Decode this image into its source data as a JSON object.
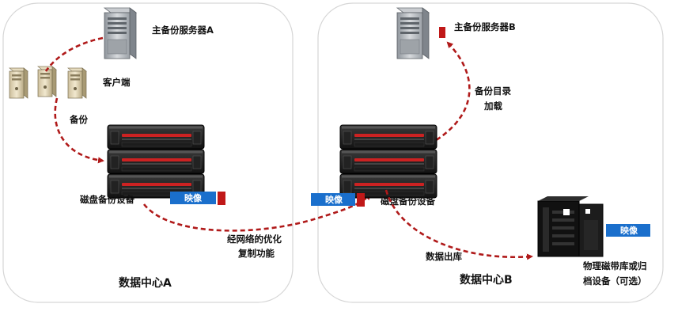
{
  "datacenter_a": {
    "title": "数据中心A",
    "server_label": "主备份服务器A",
    "clients_label": "客户端",
    "backup_label": "备份",
    "disk_label": "磁盘备份设备",
    "mirror_badge": "映像"
  },
  "replication": {
    "line1": "经网络的优化",
    "line2": "复制功能"
  },
  "datacenter_b": {
    "title": "数据中心B",
    "server_label": "主备份服务器B",
    "catalog_line1": "备份目录",
    "catalog_line2": "加载",
    "disk_label": "磁盘备份设备",
    "mirror_badge": "映像",
    "export_label": "数据出库",
    "tape_badge": "映像",
    "tape_line1": "物理磁带库或归",
    "tape_line2": "档设备（可选）"
  },
  "colors": {
    "arrow": "#b01a1a",
    "badge": "#1a6fcc",
    "marker": "#c01818",
    "border": "#d6d6d6"
  }
}
